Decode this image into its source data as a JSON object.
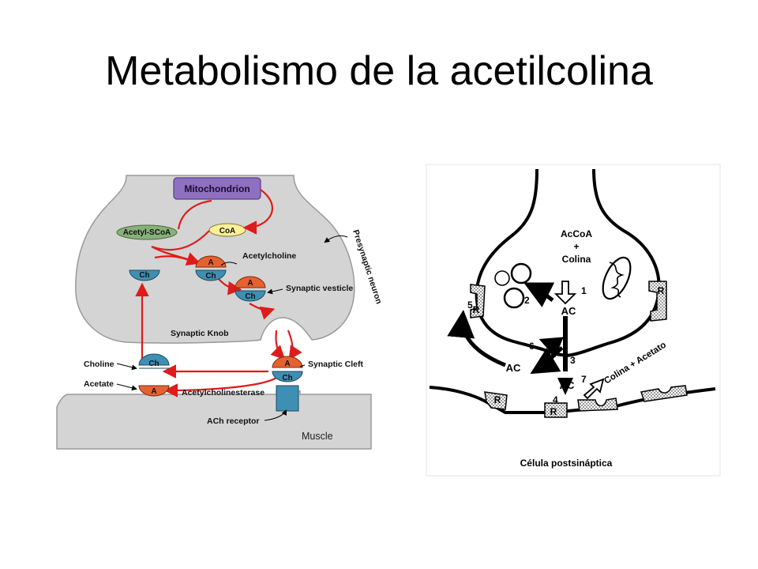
{
  "slide": {
    "title": "Metabolismo de la acetilcolina"
  },
  "left_diagram": {
    "mitochondrion": "Mitochondrion",
    "acetyl_scoa": "Acetyl-SCoA",
    "coa": "CoA",
    "acetylcholine": "Acetylcholine",
    "synaptic_vesicle": "Synaptic vesticle",
    "presynaptic_neuron": "Presynaptic neuron",
    "synaptic_knob": "Synaptic Knob",
    "choline": "Choline",
    "acetate": "Acetate",
    "synaptic_cleft": "Synaptic Cleft",
    "acetylcholinesterase": "Acetylcholinesterase",
    "ach_receptor": "ACh receptor",
    "muscle": "Muscle",
    "unit_a": "A",
    "unit_ch": "Ch"
  },
  "right_diagram": {
    "precursor_line1": "AcCoA",
    "precursor_line2": "+",
    "precursor_line3": "Colina",
    "ac": "AC",
    "breakdown": "Colina + Acetato",
    "postsynaptic": "Célula postsináptica",
    "receptor": "R",
    "steps": [
      "1",
      "2",
      "3",
      "4",
      "5",
      "6",
      "7"
    ]
  },
  "colors": {
    "membrane_gray": "#d4d4d4",
    "pathway_red": "#e01b1b",
    "mito_purple": "#8e6fc0",
    "acetyl_green": "#88b07a",
    "coa_yellow": "#fbef9a",
    "ch_blue": "#3f8fb5",
    "a_orange": "#e5622f"
  }
}
